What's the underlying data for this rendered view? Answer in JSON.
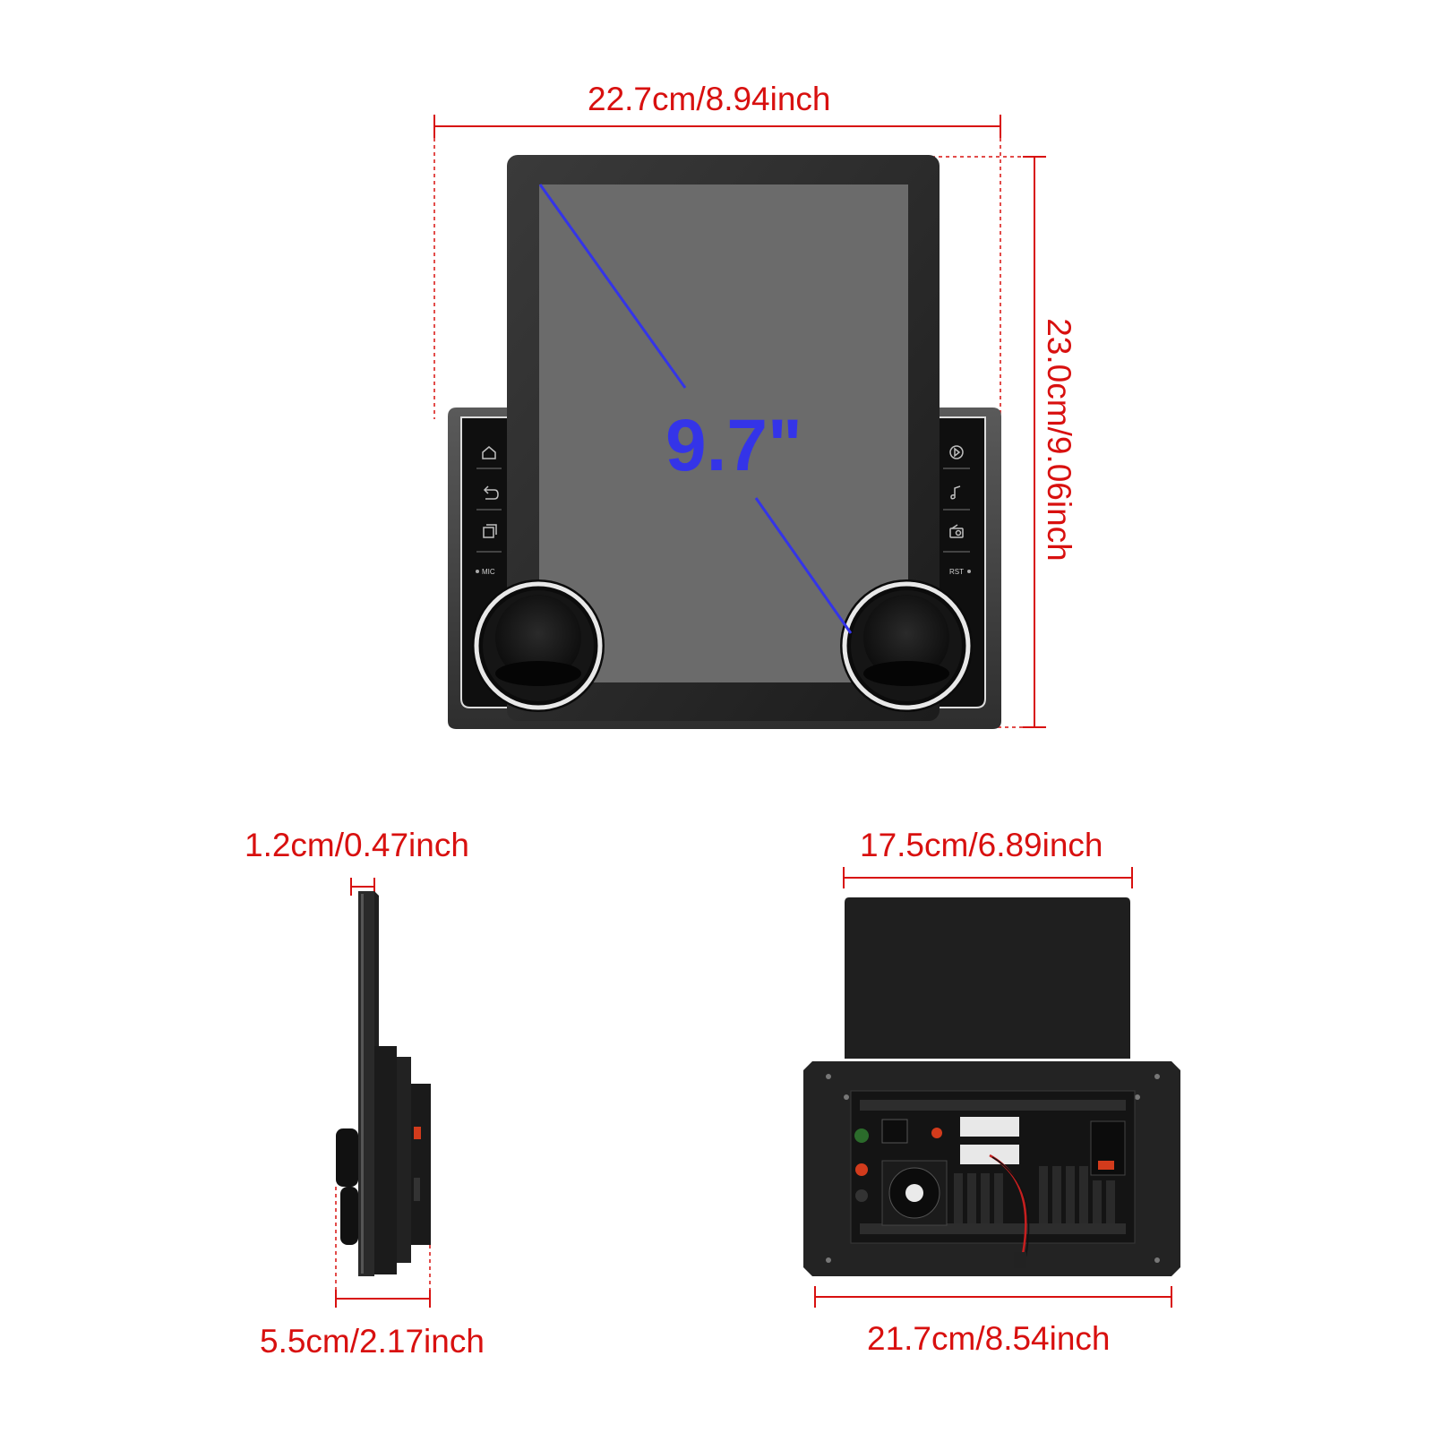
{
  "front_view": {
    "width_label": "22.7cm/8.94inch",
    "height_label": "23.0cm/9.06inch",
    "screen_size_label": "9.7\"",
    "mic_label": "MIC",
    "rst_label": "RST",
    "left_buttons": [
      "home-icon",
      "back-icon",
      "window-icon"
    ],
    "right_buttons": [
      "play-icon",
      "music-icon",
      "radio-icon"
    ]
  },
  "side_view": {
    "thickness_label": "1.2cm/0.47inch",
    "depth_label": "5.5cm/2.17inch"
  },
  "back_view": {
    "top_width_label": "17.5cm/6.89inch",
    "bottom_width_label": "21.7cm/8.54inch"
  },
  "colors": {
    "dimension": "#d8100f",
    "screen_size": "#3434e8",
    "device": "#1a1a1a",
    "screen": "#6b6b6b"
  }
}
